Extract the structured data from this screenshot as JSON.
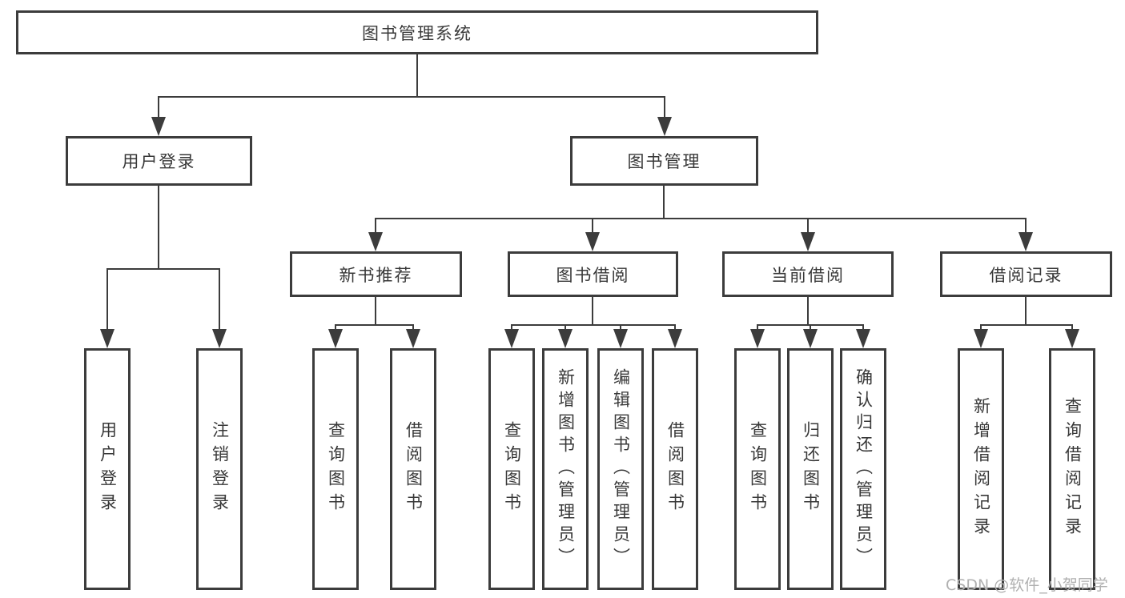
{
  "diagram": {
    "root": {
      "label": "图书管理系统"
    },
    "level2": [
      {
        "label": "用户登录"
      },
      {
        "label": "图书管理"
      }
    ],
    "level3": [
      {
        "label": "新书推荐"
      },
      {
        "label": "图书借阅"
      },
      {
        "label": "当前借阅"
      },
      {
        "label": "借阅记录"
      }
    ],
    "leaves": {
      "user": [
        {
          "label": "用户登录"
        },
        {
          "label": "注销登录"
        }
      ],
      "recommend": [
        {
          "label": "查询图书"
        },
        {
          "label": "借阅图书"
        }
      ],
      "borrow": [
        {
          "label": "查询图书"
        },
        {
          "label": "新增图书（管理员）"
        },
        {
          "label": "编辑图书（管理员）"
        },
        {
          "label": "借阅图书"
        }
      ],
      "current": [
        {
          "label": "查询图书"
        },
        {
          "label": "归还图书"
        },
        {
          "label": "确认归还（管理员）"
        }
      ],
      "records": [
        {
          "label": "新增借阅记录"
        },
        {
          "label": "查询借阅记录"
        }
      ]
    },
    "watermark": "CSDN @软件_小贺同学",
    "colors": {
      "line": "#3c3c3c",
      "text": "#383838",
      "watermark": "#b0b0b0",
      "background": "#ffffff"
    }
  }
}
